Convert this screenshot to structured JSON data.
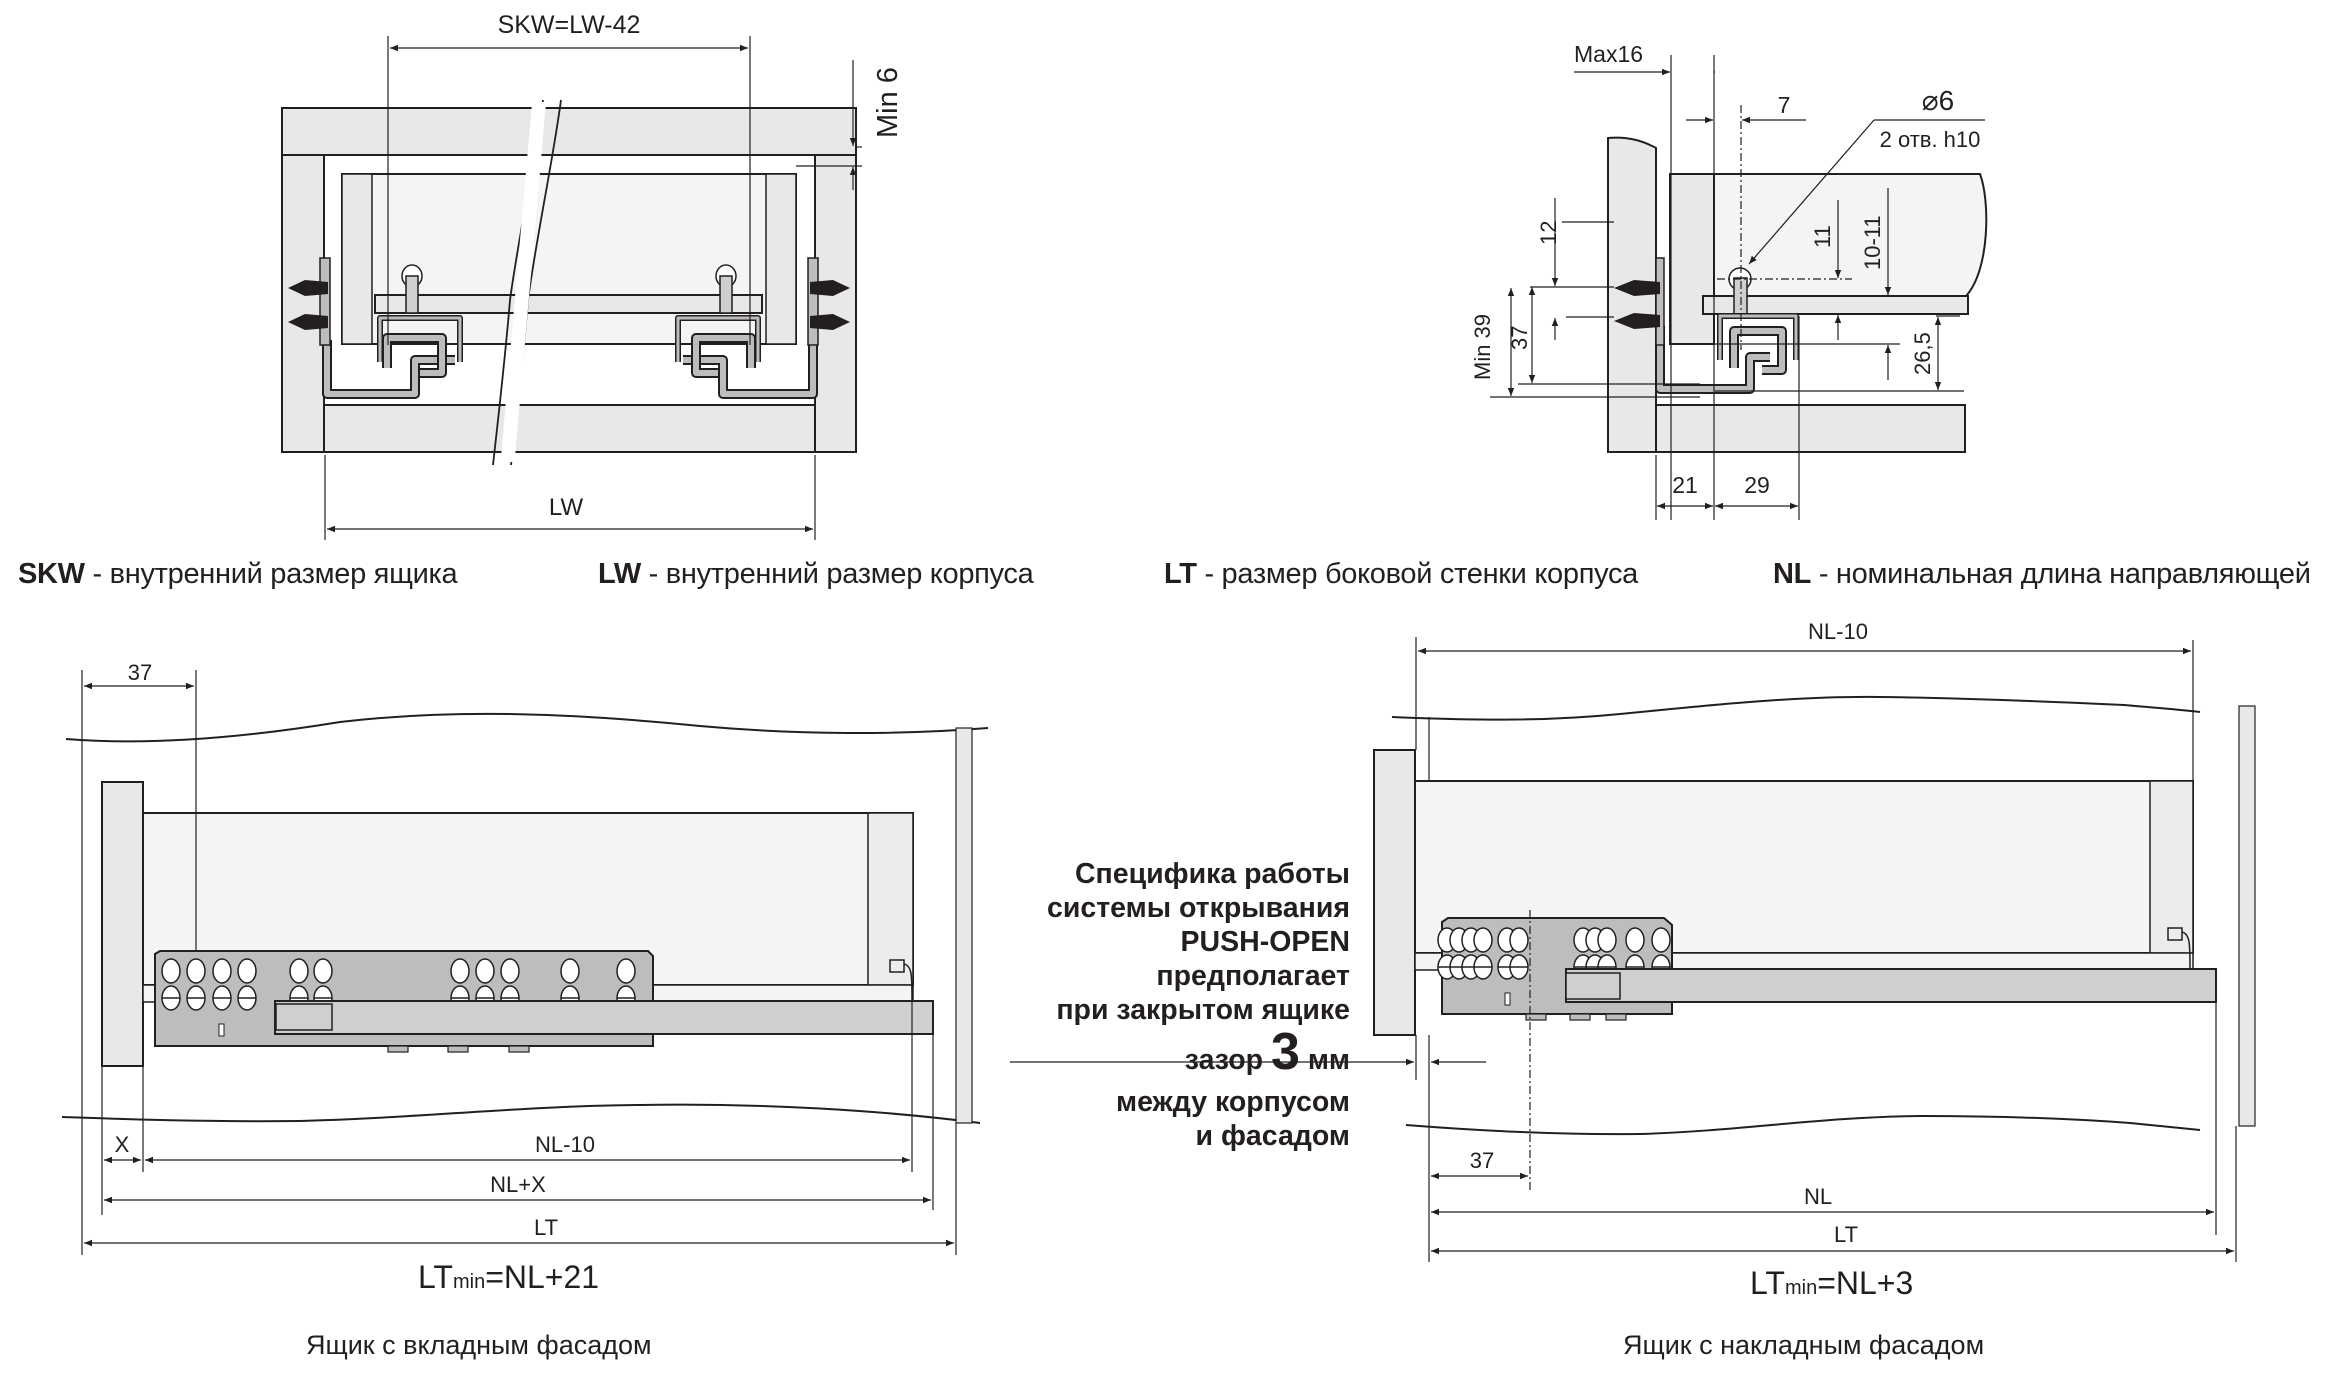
{
  "cross_section_left": {
    "dim_skw": "SKW=LW-42",
    "dim_min6": "Min 6",
    "dim_lw": "LW"
  },
  "cross_section_right": {
    "dim_max16": "Max16",
    "dim_7": "7",
    "dim_hole_diameter": "⌀6",
    "dim_hole_note": "2 отв. h10",
    "dim_12": "12",
    "dim_11": "11",
    "dim_10_11": "10-11",
    "dim_min39": "Min 39",
    "dim_37": "37",
    "dim_26_5": "26,5",
    "dim_21": "21",
    "dim_29": "29"
  },
  "legend": [
    {
      "abbr": "SKW",
      "text": " - внутренний размер ящика"
    },
    {
      "abbr": "LW",
      "text": " - внутренний размер корпуса"
    },
    {
      "abbr": "LT",
      "text": " - размер боковой стенки корпуса"
    },
    {
      "abbr": "NL",
      "text": " - номинальная длина направляющей"
    }
  ],
  "drawer_inset": {
    "dim_37": "37",
    "dim_x": "X",
    "dim_nl_minus_10": "NL-10",
    "dim_nl_plus_x": "NL+X",
    "dim_lt": "LT",
    "formula_main": "LT",
    "formula_sub": "min",
    "formula_rest": "=NL+21",
    "caption": "Ящик с вкладным фасадом"
  },
  "drawer_overlay": {
    "dim_nl_minus_10": "NL-10",
    "dim_37": "37",
    "dim_nl": "NL",
    "dim_lt": "LT",
    "formula_main": "LT",
    "formula_sub": "min",
    "formula_rest": "=NL+3",
    "caption": "Ящик с накладным фасадом"
  },
  "push_open_note": {
    "line1": "Специфика работы",
    "line2": "системы открывания",
    "line3": "PUSH-OPEN",
    "line4": "предполагает",
    "line5": "при закрытом ящике",
    "line6_pre": "зазор ",
    "line6_big": "3",
    "line6_post": " мм",
    "line7": "между корпусом",
    "line8": "и фасадом"
  },
  "colors": {
    "line": "#231f20",
    "panel_fill": "#e8e8e8",
    "drawer_fill": "#f4f4f4",
    "runner_fill": "#bdbdbd",
    "runner_light": "#cfcfcf"
  }
}
